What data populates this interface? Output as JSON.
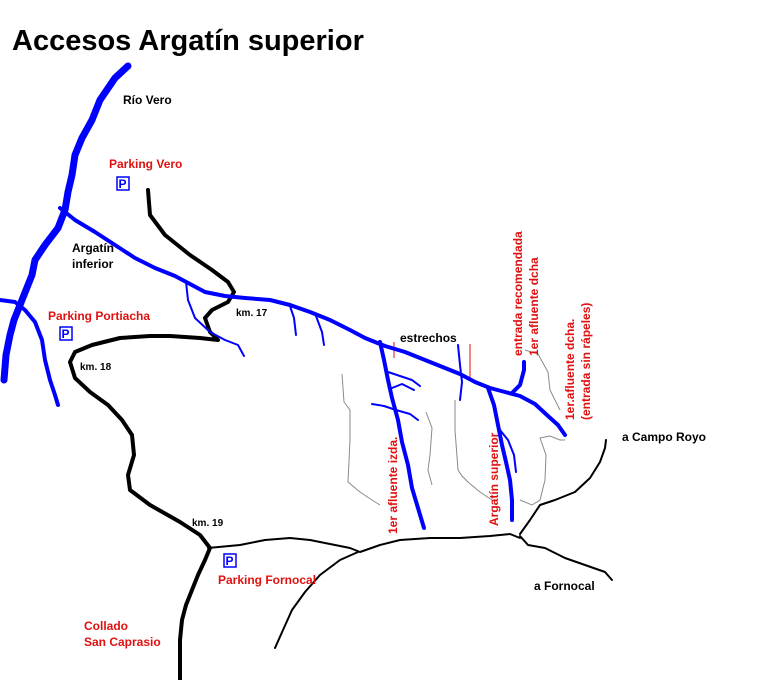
{
  "title": "Accesos Argatín superior",
  "colors": {
    "river": "#0000ff",
    "road": "#000000",
    "trail": "#8a8a8a",
    "label_red": "#e01010",
    "label_black": "#000000",
    "parking_icon": "#0000ff"
  },
  "parking_icon_letter": "P",
  "labels": {
    "rio_vero": "Río Vero",
    "parking_vero": "Parking Vero",
    "argatin_inferior_1": "Argatín",
    "argatin_inferior_2": "inferior",
    "parking_portiacha": "Parking Portiacha",
    "km17": "km. 17",
    "km18": "km. 18",
    "km19": "km. 19",
    "estrechos": "estrechos",
    "parking_fornocal": "Parking Fornocal",
    "collado_1": "Collado",
    "collado_2": "San Caprasio",
    "a_fornocal": "a Fornocal",
    "a_campo_royo": "a Campo Royo",
    "primer_afluente_izda": "1er afluente izda.",
    "argatin_superior": "Argatín superior",
    "entrada_recomendada_1": "entrada recomendada",
    "entrada_recomendada_2": "1er afluente dcha",
    "afluente_dcha_1": "1er.afluente dcha.",
    "afluente_dcha_2": "(entrada sin rápeles)"
  },
  "icons": {
    "parking": "parking-sign-icon"
  }
}
